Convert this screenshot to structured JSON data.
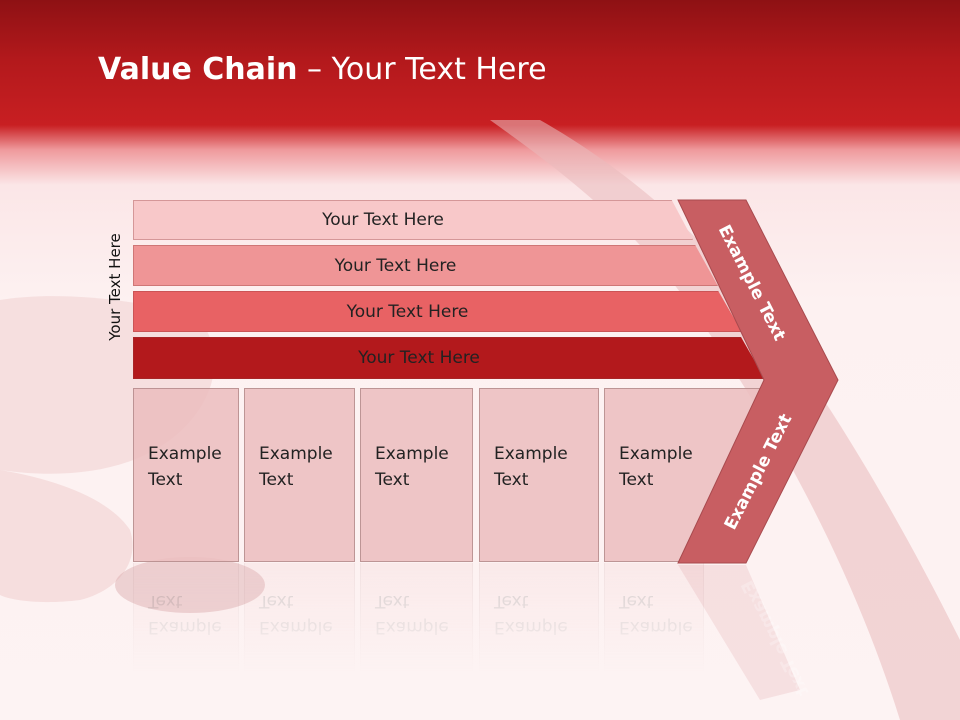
{
  "slide": {
    "title_bold": "Value Chain",
    "title_rest": " – Your Text Here",
    "side_label": "Your Text Here"
  },
  "bars": [
    {
      "label": "Your Text Here"
    },
    {
      "label": "Your Text Here"
    },
    {
      "label": "Your Text Here"
    },
    {
      "label": "Your Text Here"
    }
  ],
  "columns": [
    {
      "label": "Example\nText"
    },
    {
      "label": "Example\nText"
    },
    {
      "label": "Example\nText"
    },
    {
      "label": "Example\nText"
    },
    {
      "label": "Example\nText"
    }
  ],
  "chevron": {
    "upper_label": "Example Text",
    "lower_label": "Example Text",
    "fill": "#c85e62"
  },
  "colors": {
    "header_red": "#b3191c",
    "bar1": "#f8c8c9",
    "bar2": "#ef9596",
    "bar3": "#e86264",
    "bar4": "#b3191c",
    "column_fill": "#ecbebf"
  }
}
